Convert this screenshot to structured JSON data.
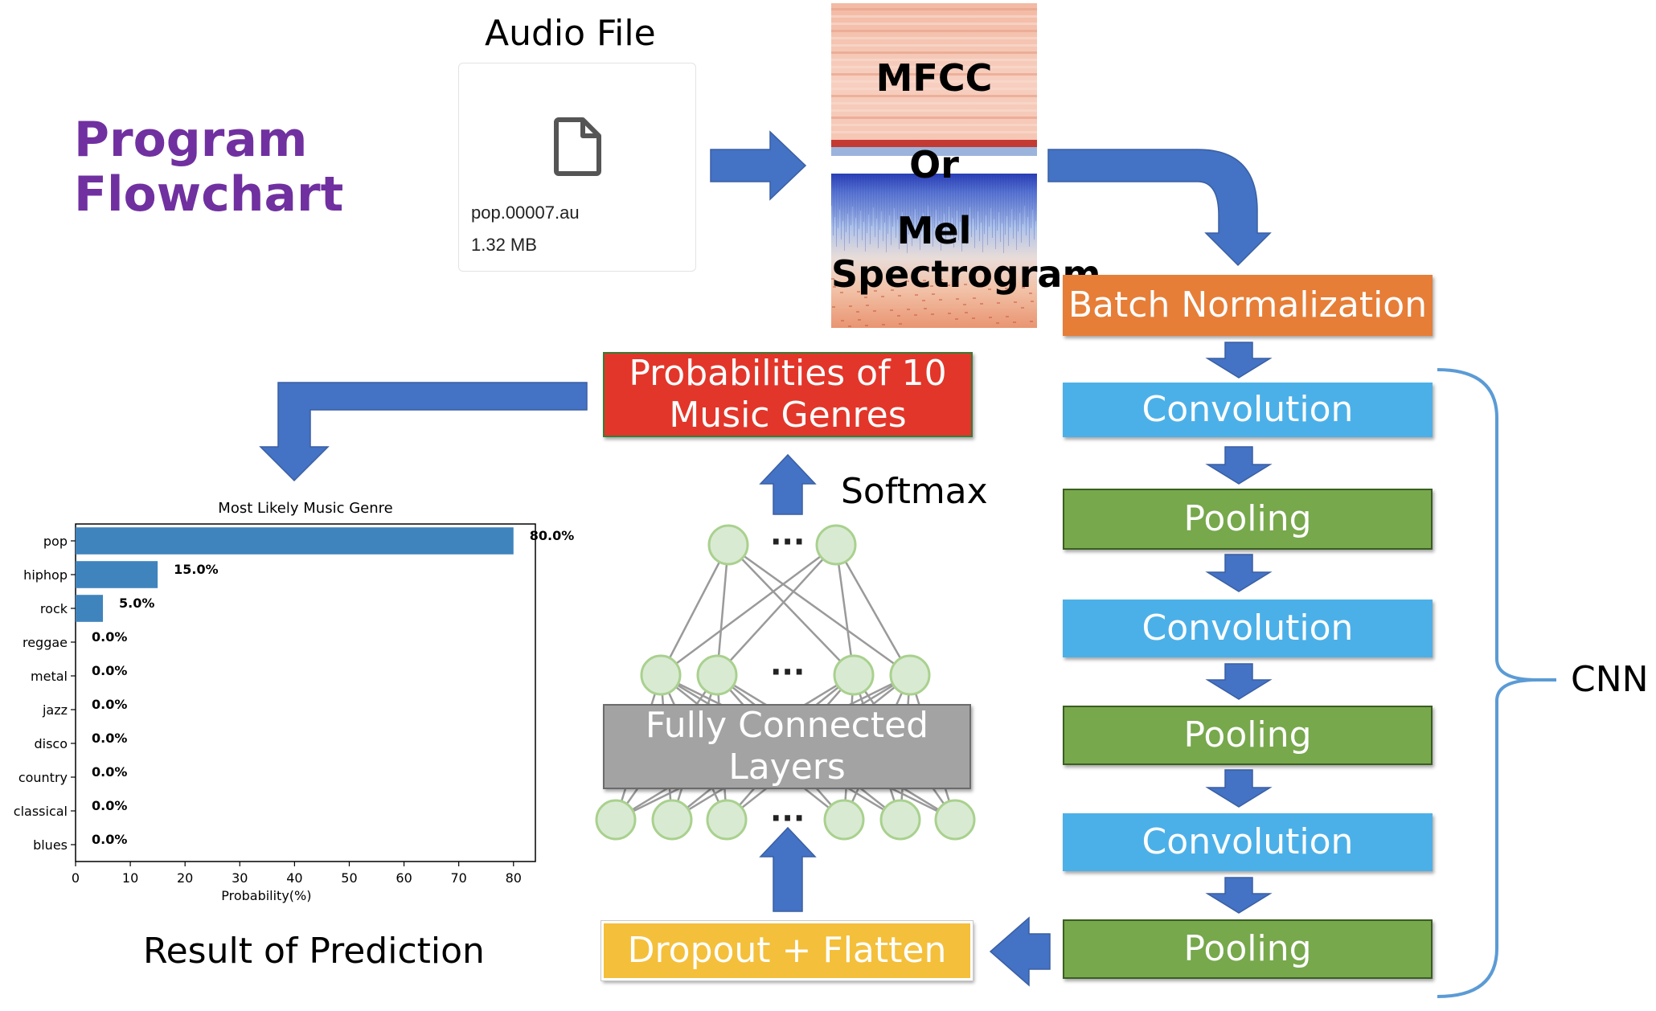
{
  "title_line1": "Program",
  "title_line2": "Flowchart",
  "audio": {
    "label": "Audio File",
    "file_name": "pop.00007.au",
    "file_size": "1.32 MB",
    "icon": "file-icon"
  },
  "features": {
    "mfcc": "MFCC",
    "or": "Or",
    "mel_line1": "Mel",
    "mel_line2": "Spectrogram"
  },
  "cnn": {
    "batch_norm": "Batch Normalization",
    "conv": "Convolution",
    "pool": "Pooling",
    "brace_label": "CNN"
  },
  "head": {
    "prob_line1": "Probabilities of 10",
    "prob_line2": "Music Genres",
    "softmax": "Softmax",
    "fcl_line1": "Fully Connected",
    "fcl_line2": "Layers",
    "dropout": "Dropout + Flatten",
    "ellipsis": "···"
  },
  "result_label": "Result of Prediction",
  "colors": {
    "title": "#7030a0",
    "arrow": "#4472c4",
    "conv": "#4cb0e8",
    "pool": "#77a84c",
    "batch_norm": "#e67e38",
    "prob": "#e2362a",
    "fcl": "#a3a3a3",
    "dropout": "#f4bf3a",
    "bar": "#3f84bd",
    "brace": "#5b9bd5",
    "node_fill": "#d9ead3",
    "node_stroke": "#a9d18e"
  },
  "chart_data": {
    "type": "bar",
    "orientation": "horizontal",
    "title": "Most Likely Music Genre",
    "xlabel": "Probability(%)",
    "ylabel": "",
    "categories": [
      "pop",
      "hiphop",
      "rock",
      "reggae",
      "metal",
      "jazz",
      "disco",
      "country",
      "classical",
      "blues"
    ],
    "values": [
      80.0,
      15.0,
      5.0,
      0.0,
      0.0,
      0.0,
      0.0,
      0.0,
      0.0,
      0.0
    ],
    "value_labels": [
      "80.0%",
      "15.0%",
      "5.0%",
      "0.0%",
      "0.0%",
      "0.0%",
      "0.0%",
      "0.0%",
      "0.0%",
      "0.0%"
    ],
    "xlim": [
      0,
      84
    ],
    "xticks": [
      0,
      10,
      20,
      30,
      40,
      50,
      60,
      70,
      80
    ],
    "grid": false
  }
}
